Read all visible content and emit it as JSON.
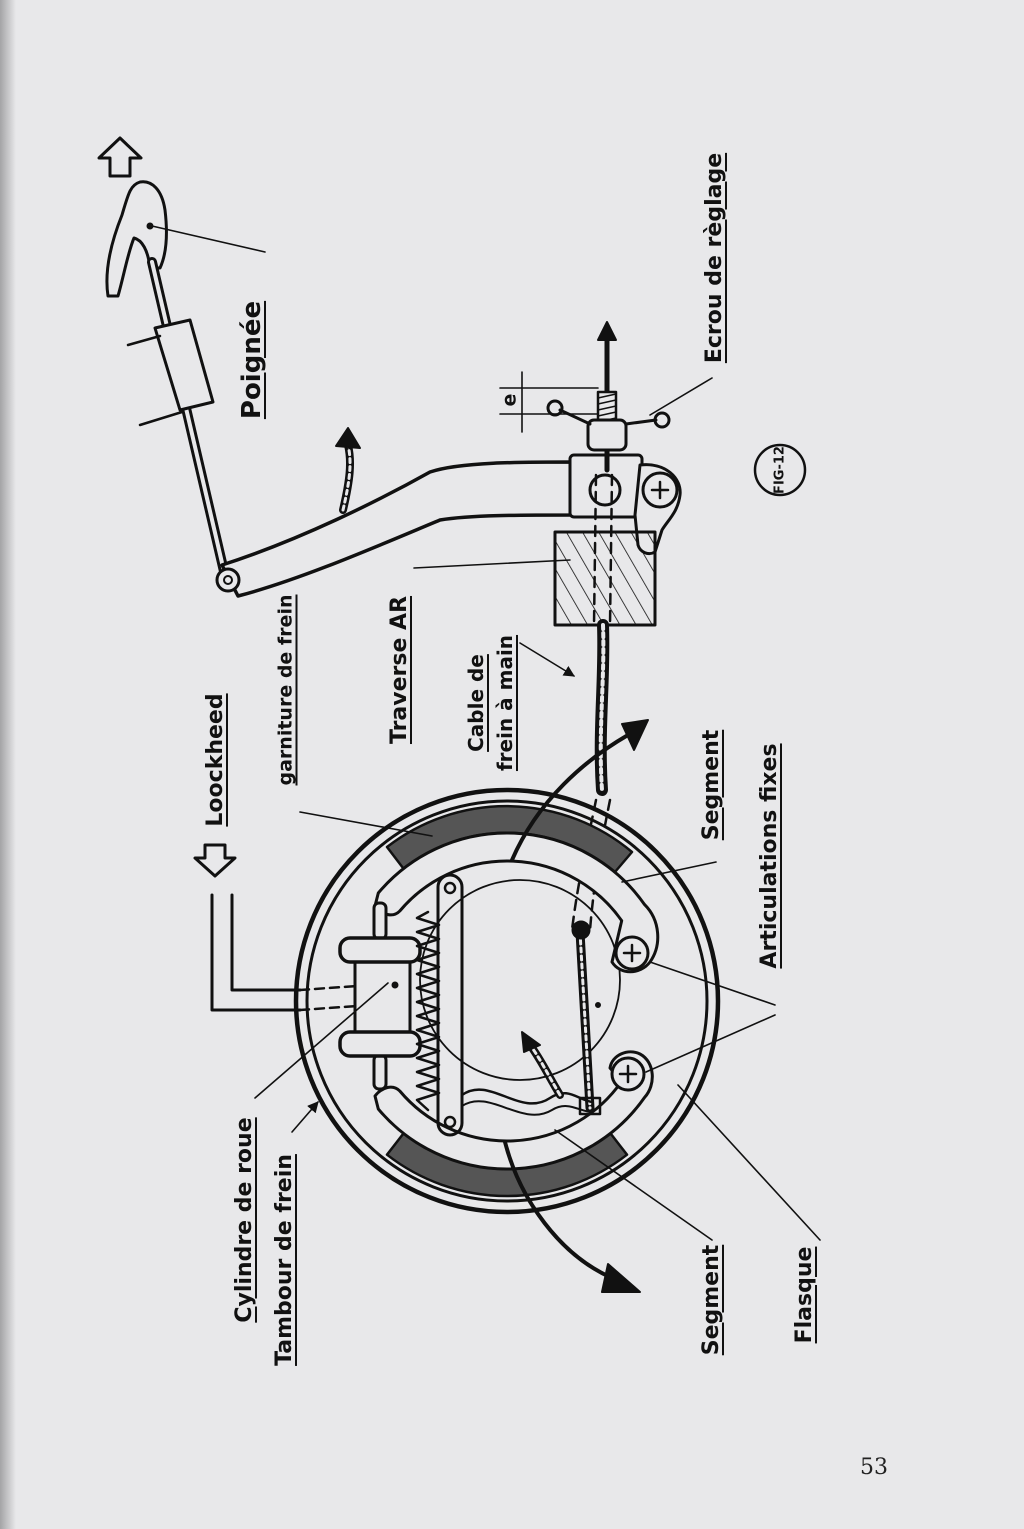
{
  "page_number": "53",
  "figure_label": "FIG-12",
  "labels": {
    "poignee": "Poignée",
    "ecrou": "Ecrou de règlage",
    "e": "e",
    "lockheed": "Loockheed",
    "garniture": "garniture de frein",
    "traverse": "Traverse AR",
    "cable_line1": "Cable de",
    "cable_line2": "frein à main",
    "segment_top": "Segment",
    "articulations": "Articulations fixes",
    "cylindre": "Cylindre de roue",
    "tambour": "Tambour de frein",
    "segment_bottom": "Segment",
    "flasque": "Flasque"
  },
  "colors": {
    "ink": "#111111",
    "paper": "#e8e8ea",
    "lining": "#555555"
  }
}
